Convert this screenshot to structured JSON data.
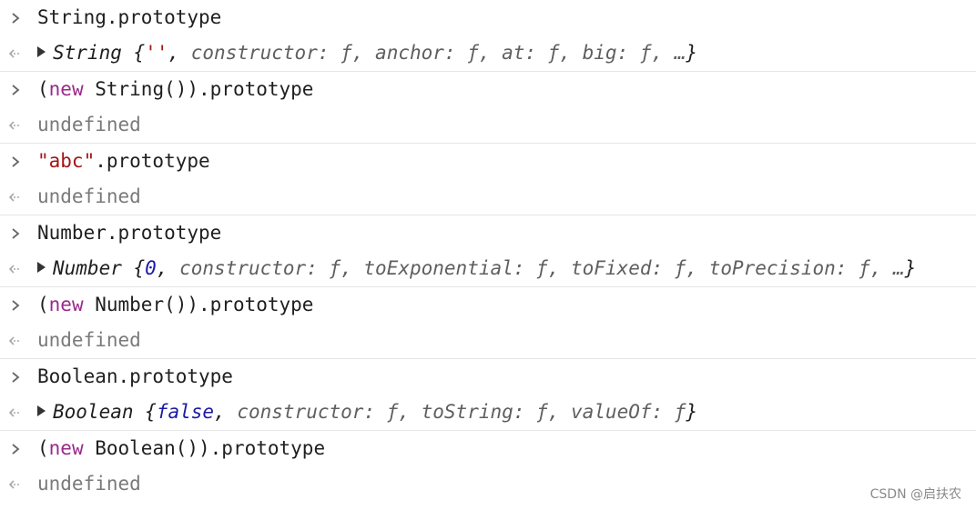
{
  "console": {
    "entries": [
      {
        "input": {
          "text": "String.prototype"
        },
        "output": {
          "name": "String",
          "open": "{",
          "primitive": "''",
          "props": "constructor: ƒ, anchor: ƒ, at: ƒ, big: ƒ, …",
          "close": "}"
        }
      },
      {
        "input": {
          "kw": "new",
          "pre": "(",
          "post": " String()).prototype"
        },
        "output": {
          "text": "undefined"
        }
      },
      {
        "input": {
          "str": "\"abc\"",
          "post": ".prototype"
        },
        "output": {
          "text": "undefined"
        }
      },
      {
        "input": {
          "text": "Number.prototype"
        },
        "output": {
          "name": "Number",
          "open": "{",
          "primitive": "0",
          "props": "constructor: ƒ, toExponential: ƒ, toFixed: ƒ, toPrecision: ƒ, …",
          "close": "}"
        }
      },
      {
        "input": {
          "kw": "new",
          "pre": "(",
          "post": " Number()).prototype"
        },
        "output": {
          "text": "undefined"
        }
      },
      {
        "input": {
          "text": "Boolean.prototype"
        },
        "output": {
          "name": "Boolean",
          "open": "{",
          "primitive": "false",
          "props": "constructor: ƒ, toString: ƒ, valueOf: ƒ",
          "close": "}"
        }
      },
      {
        "input": {
          "kw": "new",
          "pre": "(",
          "post": " Boolean()).prototype"
        },
        "output": {
          "text": "undefined"
        }
      }
    ]
  },
  "icons": {
    "prompt": "chevron-right-icon",
    "result": "return-arrow-icon",
    "expand": "expand-triangle-icon"
  },
  "colors": {
    "keyword": "#9a2a8a",
    "string": "#a31515",
    "undefined": "#7a7a7a",
    "primitive": "#1a1aa6",
    "border": "#e6e6e6"
  },
  "watermark": "CSDN @启扶农"
}
